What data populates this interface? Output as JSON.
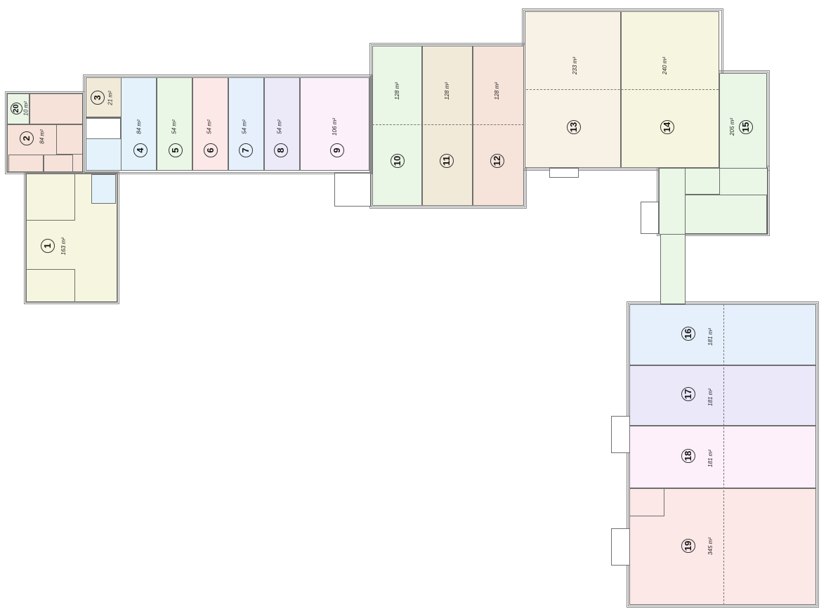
{
  "title": "Floor plan",
  "area_unit": "m²",
  "rooms": [
    {
      "number": "1",
      "area": "163 m²",
      "color": "#f6f5df"
    },
    {
      "number": "2",
      "area": "84 m²",
      "color": "#f6e2d8"
    },
    {
      "number": "3",
      "area": "21 m²",
      "color": "#f1ead8"
    },
    {
      "number": "4",
      "area": "84 m²",
      "color": "#e4f3fb"
    },
    {
      "number": "5",
      "area": "54 m²",
      "color": "#eaf6e6"
    },
    {
      "number": "6",
      "area": "54 m²",
      "color": "#fde8e8"
    },
    {
      "number": "7",
      "area": "54 m²",
      "color": "#e6f0fc"
    },
    {
      "number": "8",
      "area": "54 m²",
      "color": "#ece9f9"
    },
    {
      "number": "9",
      "area": "106 m²",
      "color": "#fcf0fb"
    },
    {
      "number": "10",
      "area": "128 m²",
      "color": "#eaf6e6"
    },
    {
      "number": "11",
      "area": "128 m²",
      "color": "#f2ead9"
    },
    {
      "number": "12",
      "area": "128 m²",
      "color": "#f6e3d9"
    },
    {
      "number": "13",
      "area": "233 m²",
      "color": "#f8f1e6"
    },
    {
      "number": "14",
      "area": "240 m²",
      "color": "#f6f5df"
    },
    {
      "number": "15",
      "area": "205 m²",
      "color": "#eaf6e6"
    },
    {
      "number": "16",
      "area": "181 m²",
      "color": "#e5f0fc"
    },
    {
      "number": "17",
      "area": "181 m²",
      "color": "#ebe8fa"
    },
    {
      "number": "18",
      "area": "181 m²",
      "color": "#fdf0fb"
    },
    {
      "number": "19",
      "area": "345 m²",
      "color": "#fde8e8"
    },
    {
      "number": "20",
      "area": "10 m²",
      "color": "#eaf5e6"
    }
  ]
}
